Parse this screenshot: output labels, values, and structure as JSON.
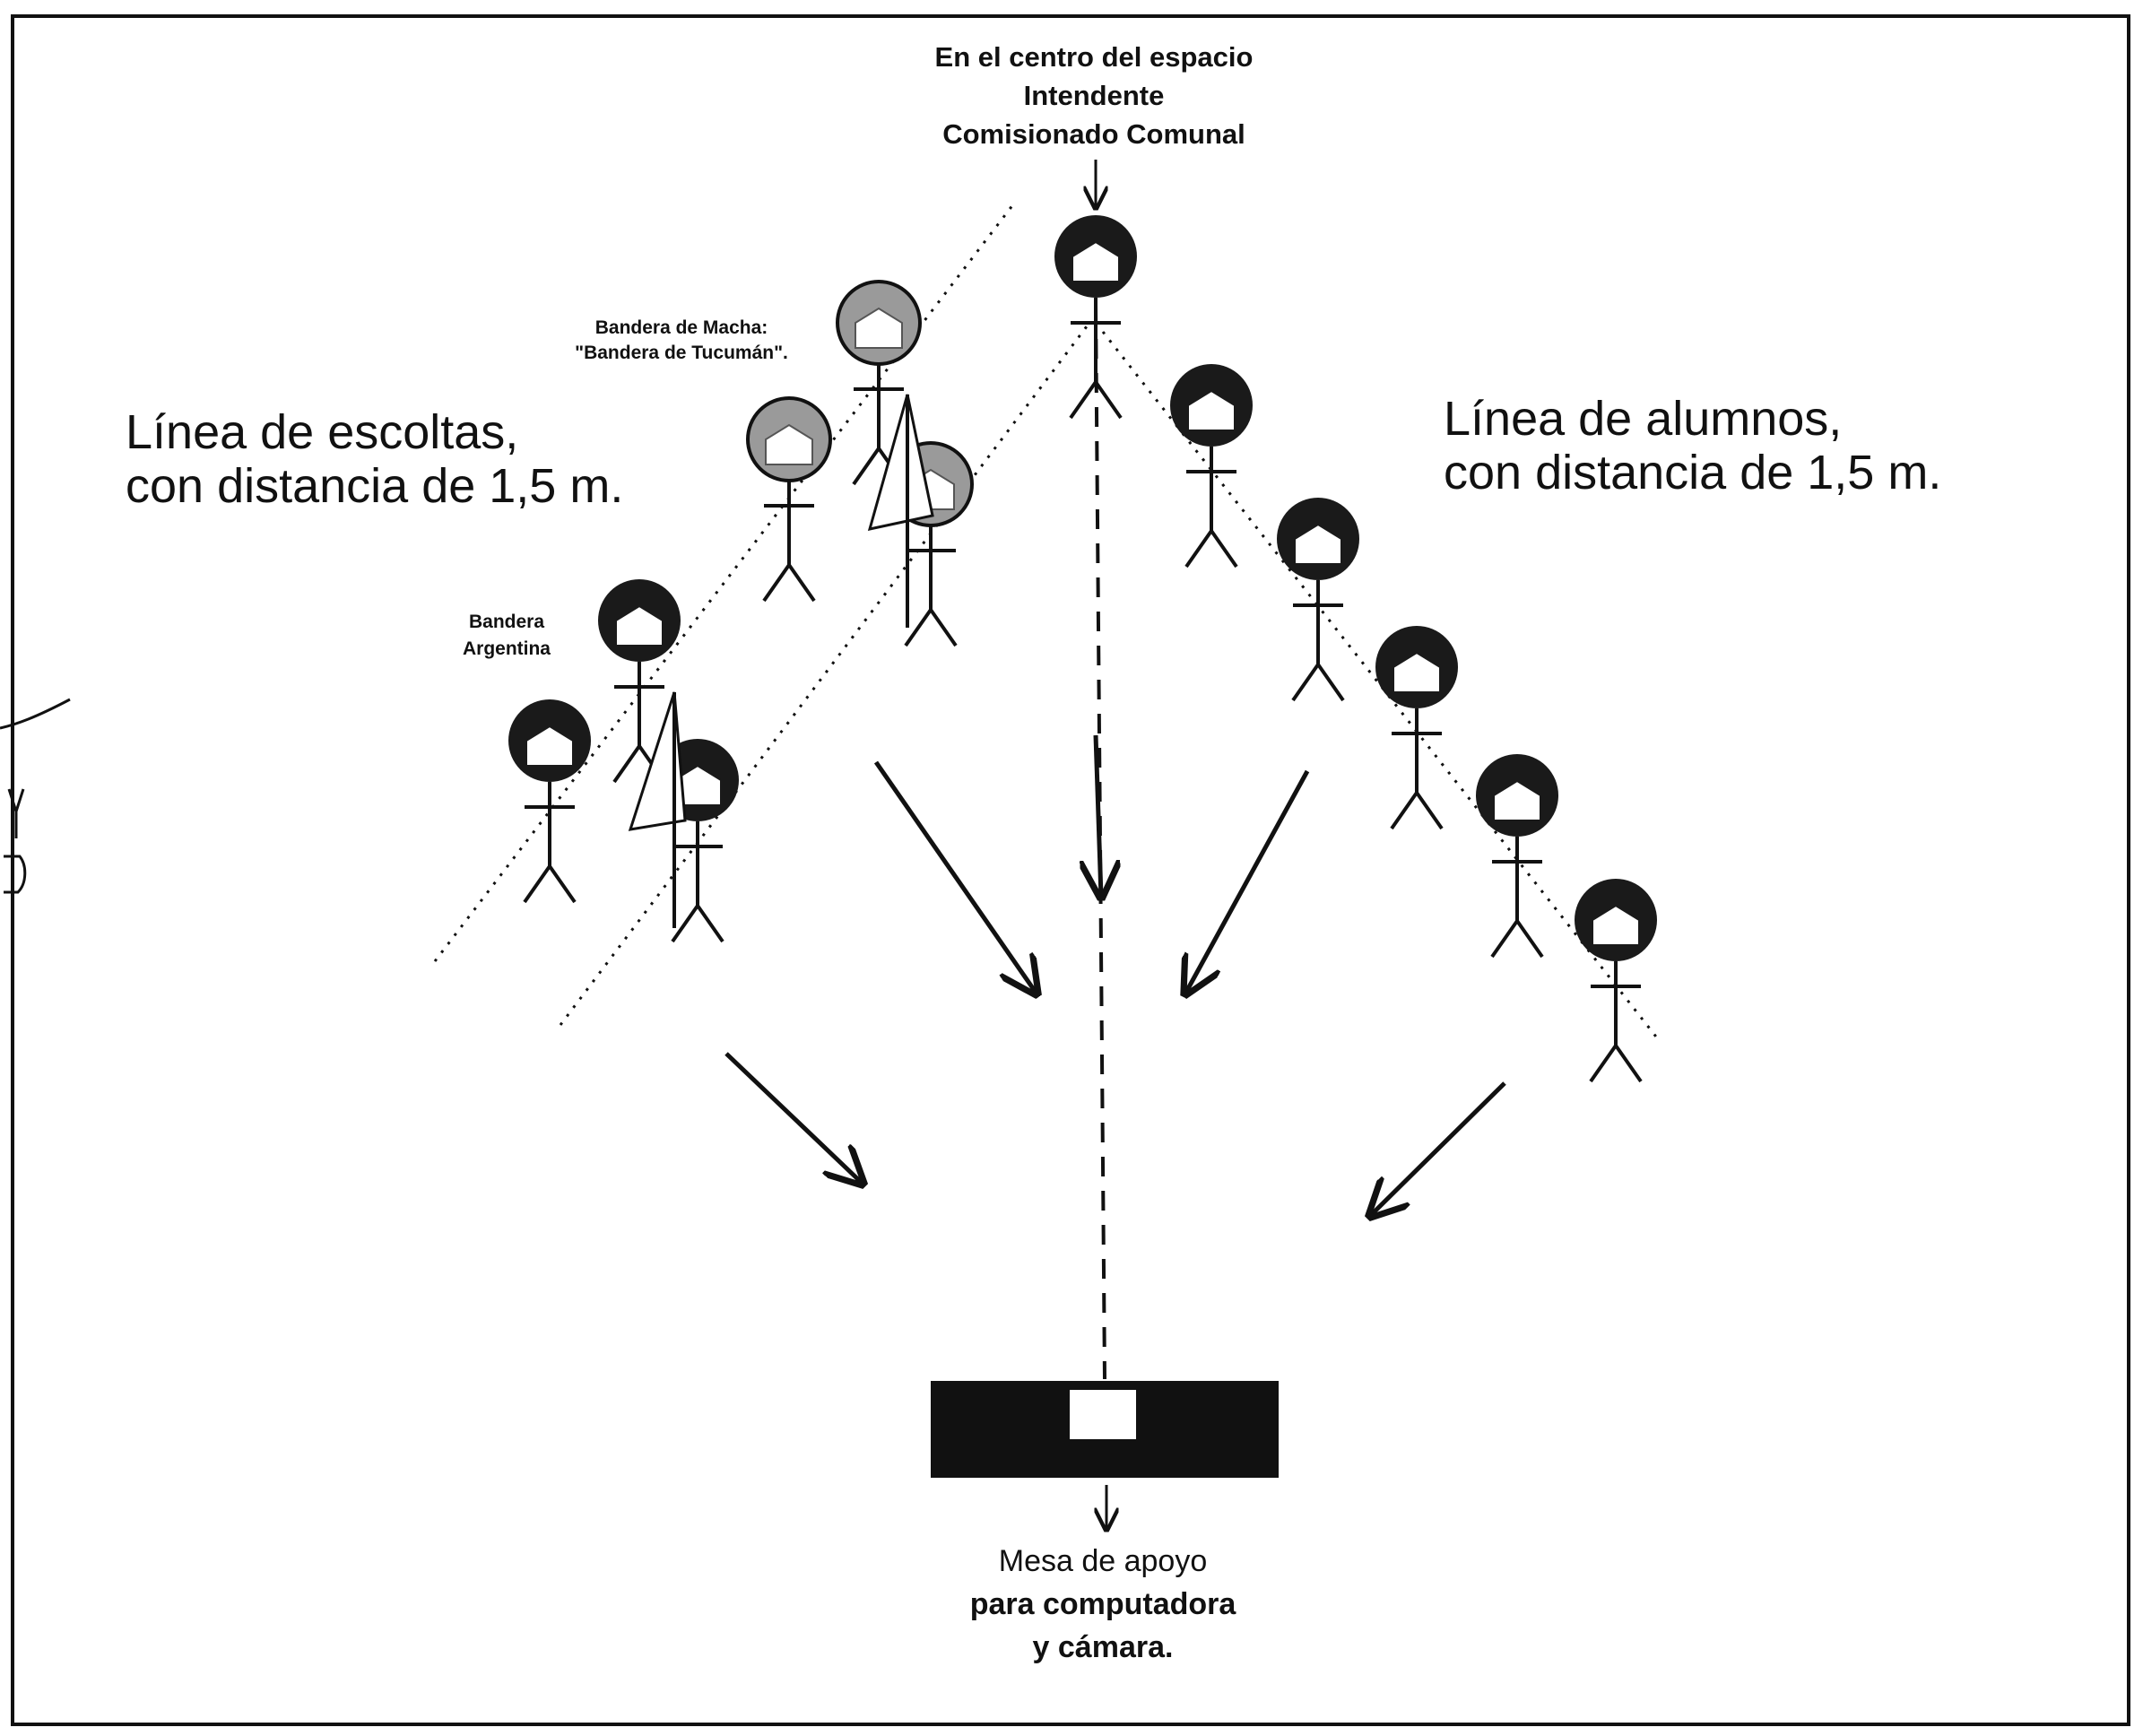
{
  "colors": {
    "ink": "#111111",
    "head_dark": "#1a1a1a",
    "head_gray": "#9a9a9a",
    "paper": "#ffffff"
  },
  "center_label": {
    "line1": "En el centro del espacio",
    "line2": "Intendente",
    "line3": "Comisionado Comunal"
  },
  "escorts_label": {
    "line1": "Línea de escoltas,",
    "line2": "con distancia de 1,5 m."
  },
  "students_label": {
    "line1": "Línea de alumnos,",
    "line2": "con distancia de 1,5 m."
  },
  "flag_tucuman_label": {
    "line1": "Bandera de Macha:",
    "line2": "\"Bandera de Tucumán\"."
  },
  "flag_argentina_label": {
    "line1": "Bandera",
    "line2": "Argentina"
  },
  "table_label": {
    "line1": "Mesa de apoyo",
    "line2": "para computadora",
    "line3": "y cámara."
  }
}
